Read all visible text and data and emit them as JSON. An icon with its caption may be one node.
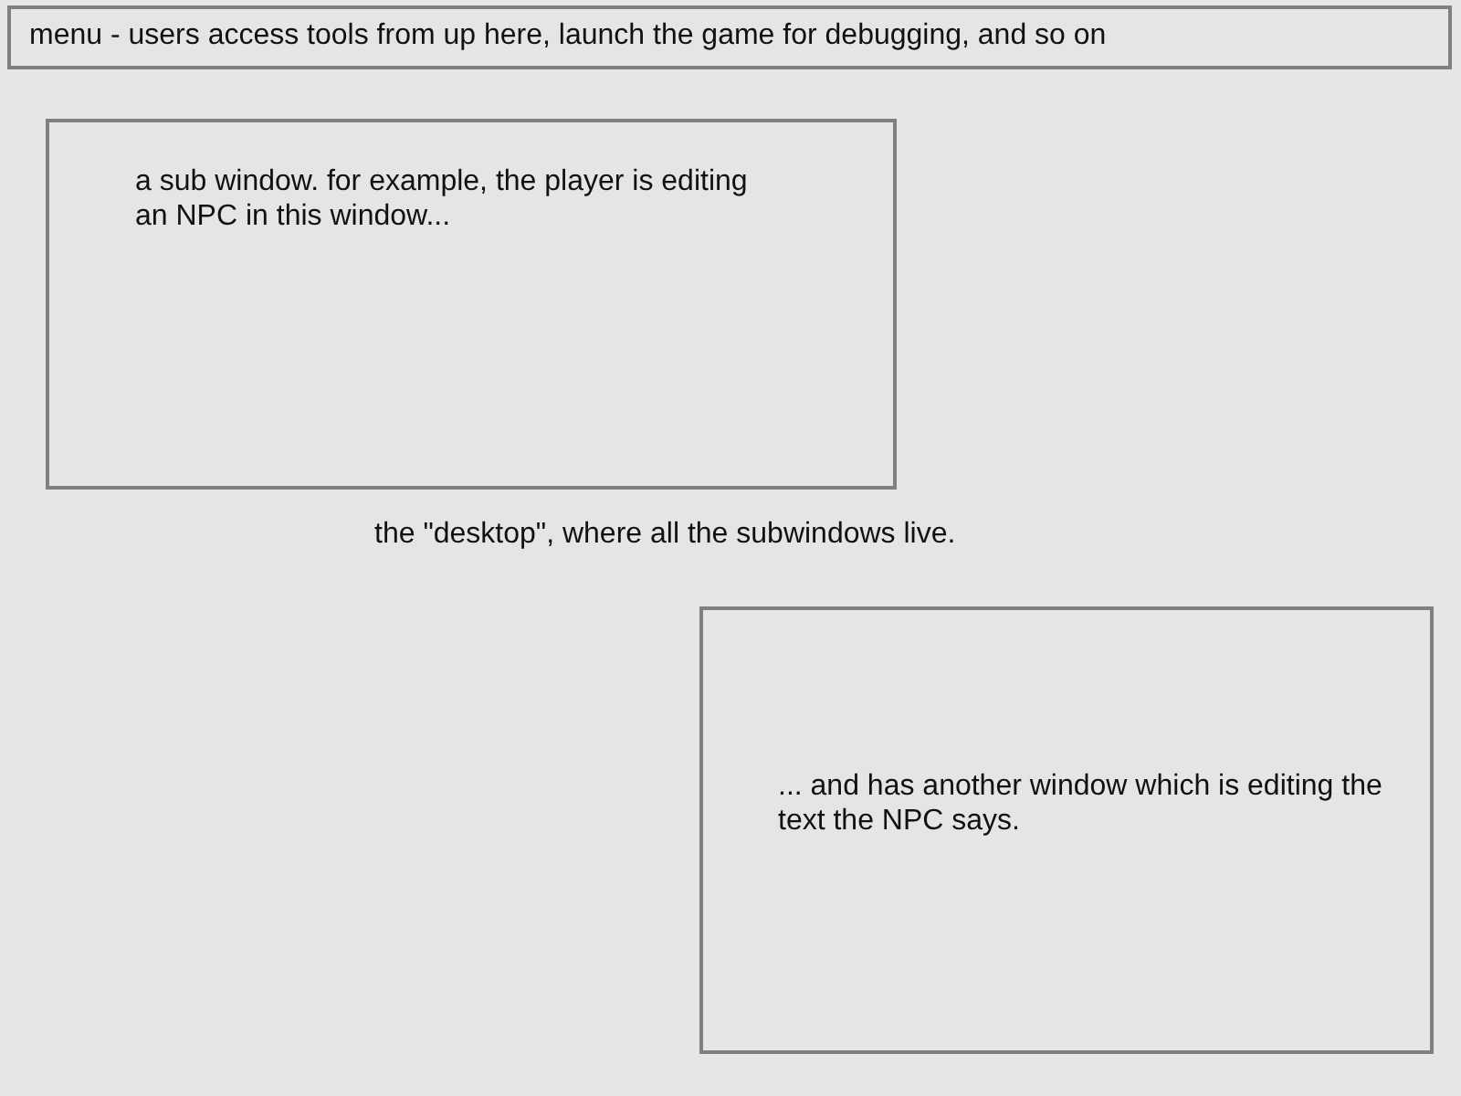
{
  "diagram": {
    "nodes": [
      {
        "text": [
          "menu - users access tools from up here, launch the game for debugging, and so on"
        ]
      },
      {
        "text": [
          "a sub window. for example, the player is editing an NPC in this window..."
        ]
      },
      {
        "text": [
          "... and has another window which is editing the text the NPC says."
        ]
      }
    ],
    "labels": [
      "the \"desktop\", where all the subwindows live."
    ]
  }
}
